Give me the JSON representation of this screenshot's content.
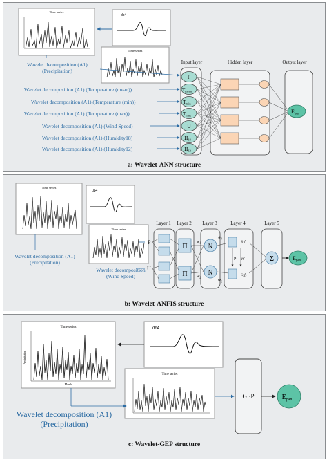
{
  "panel_a": {
    "caption": "a: Wavelet-ANN structure",
    "thumb_ts_title": "Time series",
    "thumb_wav_title": "db4",
    "thumb_ts2_title": "Time series",
    "precip_label_1": "Wavelet decomposition (A1)",
    "precip_label_2": "(Precipitation)",
    "input_rows": [
      "Wavelet decomposition (A1) (Temperature (mean))",
      "Wavelet decomposition (A1) (Temperature (min))",
      "Wavelet decomposition (A1) (Temperature (max))",
      "Wavelet decomposition (A1) (Wind Speed)",
      "Wavelet decomposition (A1) (Humidity18)",
      "Wavelet decomposition (A1) (Humidity12)"
    ],
    "layer_input": "Input layer",
    "layer_hidden": "Hidden layer",
    "layer_output": "Output layer",
    "nodes": [
      "P",
      "T",
      "T",
      "T",
      "U",
      "H",
      "H"
    ],
    "node_subs": [
      "",
      "mean",
      "min",
      "max",
      "",
      "18",
      "12"
    ],
    "output_node": "E",
    "output_sub": "pan"
  },
  "panel_b": {
    "caption": "b: Wavelet-ANFIS structure",
    "thumb_ts_title": "Time series",
    "thumb_wav_title": "db4",
    "thumb_ts2_title": "Time series",
    "precip_label_1": "Wavelet decomposition (A1)",
    "precip_label_2": "(Precipitation)",
    "wind_label_1": "Wavelet decomposition",
    "wind_label_2": "(Wind Speed)",
    "layers": [
      "Layer 1",
      "Layer 2",
      "Layer 3",
      "Layer 4",
      "Layer 5"
    ],
    "input_p": "P",
    "input_u": "U",
    "pi_symbol": "Π",
    "n_symbol": "N",
    "sum_symbol": "Σ",
    "w1": "w",
    "w2": "w",
    "p_label": "P",
    "w_label": "W",
    "output_node": "E",
    "output_sub": "pan"
  },
  "panel_c": {
    "caption": "c: Wavelet-GEP structure",
    "thumb_ts_title": "Time series",
    "thumb_ts_ylabel": "Precipitation",
    "thumb_ts_xlabel": "Month",
    "thumb_wav_title": "db4",
    "thumb_ts2_title": "Time series",
    "precip_label_1": "Wavelet decomposition (A1)",
    "precip_label_2": "(Precipitation)",
    "gep_label": "GEP",
    "output_node": "E",
    "output_sub": "pan"
  },
  "colors": {
    "panel_bg": "#e9ebed",
    "blue_text": "#2e6da4",
    "node_teal": "#a8dcd2",
    "hidden_orange": "#fbd5b5",
    "anfis_blue": "#c5dceb",
    "output_green": "#5dc3a6"
  }
}
